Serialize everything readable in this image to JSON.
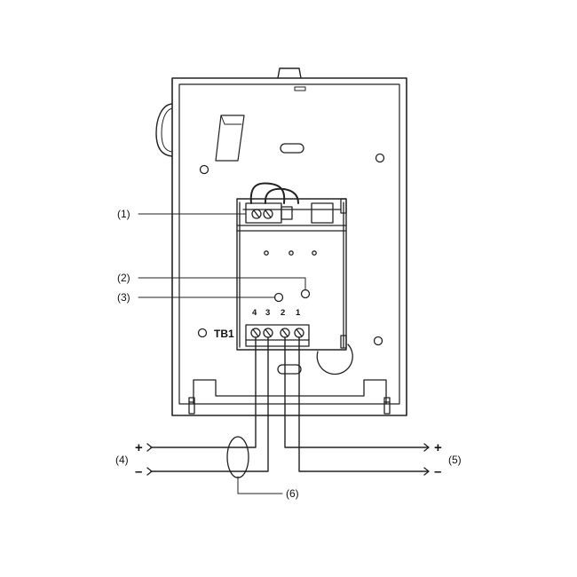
{
  "callouts": {
    "c1": "(1)",
    "c2": "(2)",
    "c3": "(3)",
    "c4": "(4)",
    "c5": "(5)",
    "c6": "(6)"
  },
  "terminal_block": {
    "name": "TB1",
    "terminals": [
      "4",
      "3",
      "2",
      "1"
    ]
  },
  "polarity": {
    "plus": "+",
    "minus": "–"
  }
}
